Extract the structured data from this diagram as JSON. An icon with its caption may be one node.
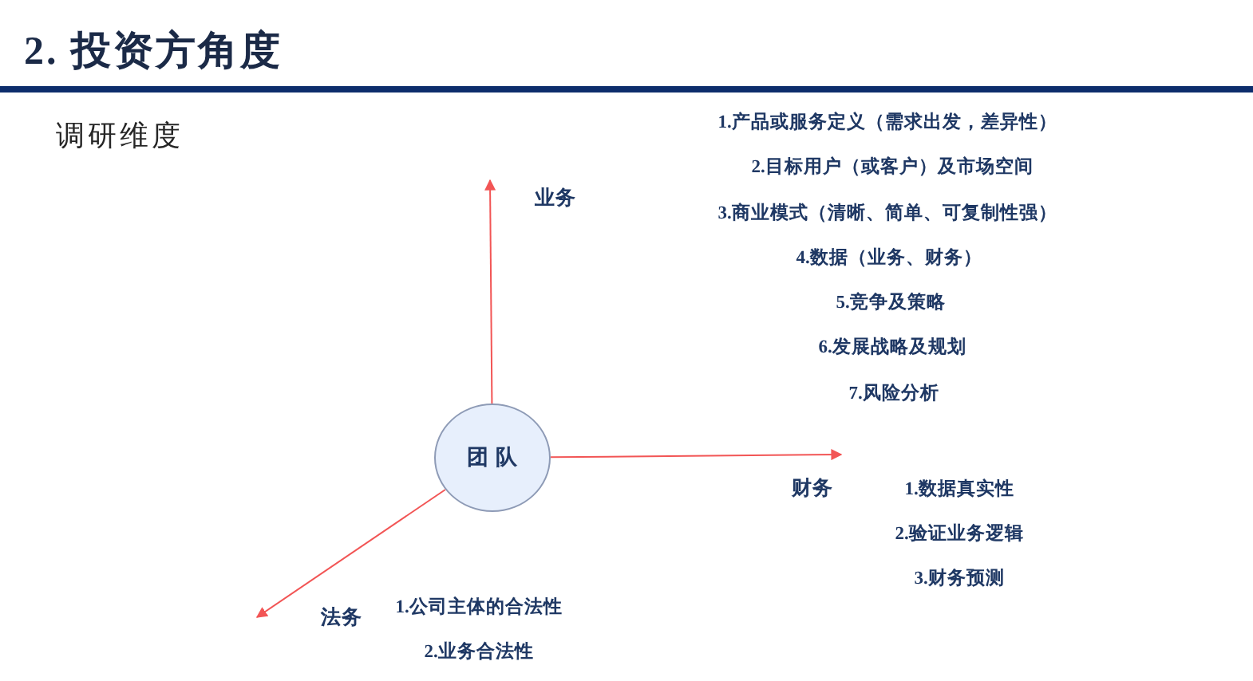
{
  "diagram": {
    "title": "2. 投资方角度",
    "nodes": [
      {
        "text": [
          "团队"
        ]
      },
      {
        "text": [
          "业务"
        ]
      },
      {
        "text": [
          "财务"
        ]
      },
      {
        "text": [
          "法务"
        ]
      }
    ],
    "edges": [
      {
        "from": 0,
        "to": 1,
        "arrow": "to"
      },
      {
        "from": 0,
        "to": 2,
        "arrow": "to"
      },
      {
        "from": 0,
        "to": 3,
        "arrow": "to"
      }
    ],
    "labels": [
      "调研维度",
      "1.产品或服务定义（需求出发，差异性）",
      "2.目标用户（或客户）及市场空间",
      "3.商业模式（清晰、简单、可复制性强）",
      "4.数据（业务、财务）",
      "5.竞争及策略",
      "6.发展战略及规划",
      "7.风险分析",
      "1.数据真实性",
      "2.验证业务逻辑",
      "3.财务预测",
      "1.公司主体的合法性",
      "2.业务合法性"
    ]
  }
}
